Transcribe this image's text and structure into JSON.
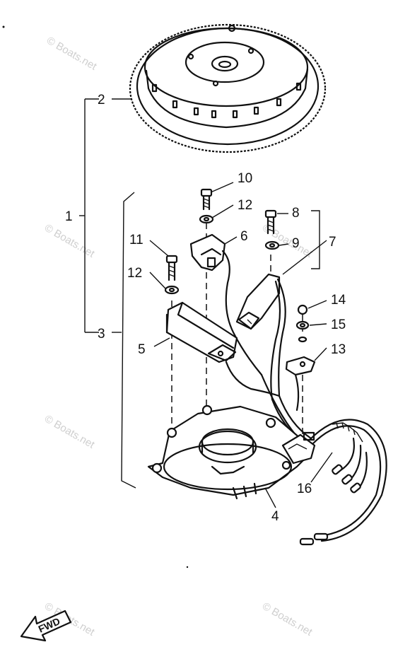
{
  "watermark": "© Boats.net",
  "callouts": [
    "1",
    "2",
    "3",
    "4",
    "5",
    "6",
    "7",
    "8",
    "9",
    "10",
    "11",
    "12",
    "12",
    "13",
    "14",
    "15",
    "16"
  ],
  "fwd_label": "FWD"
}
